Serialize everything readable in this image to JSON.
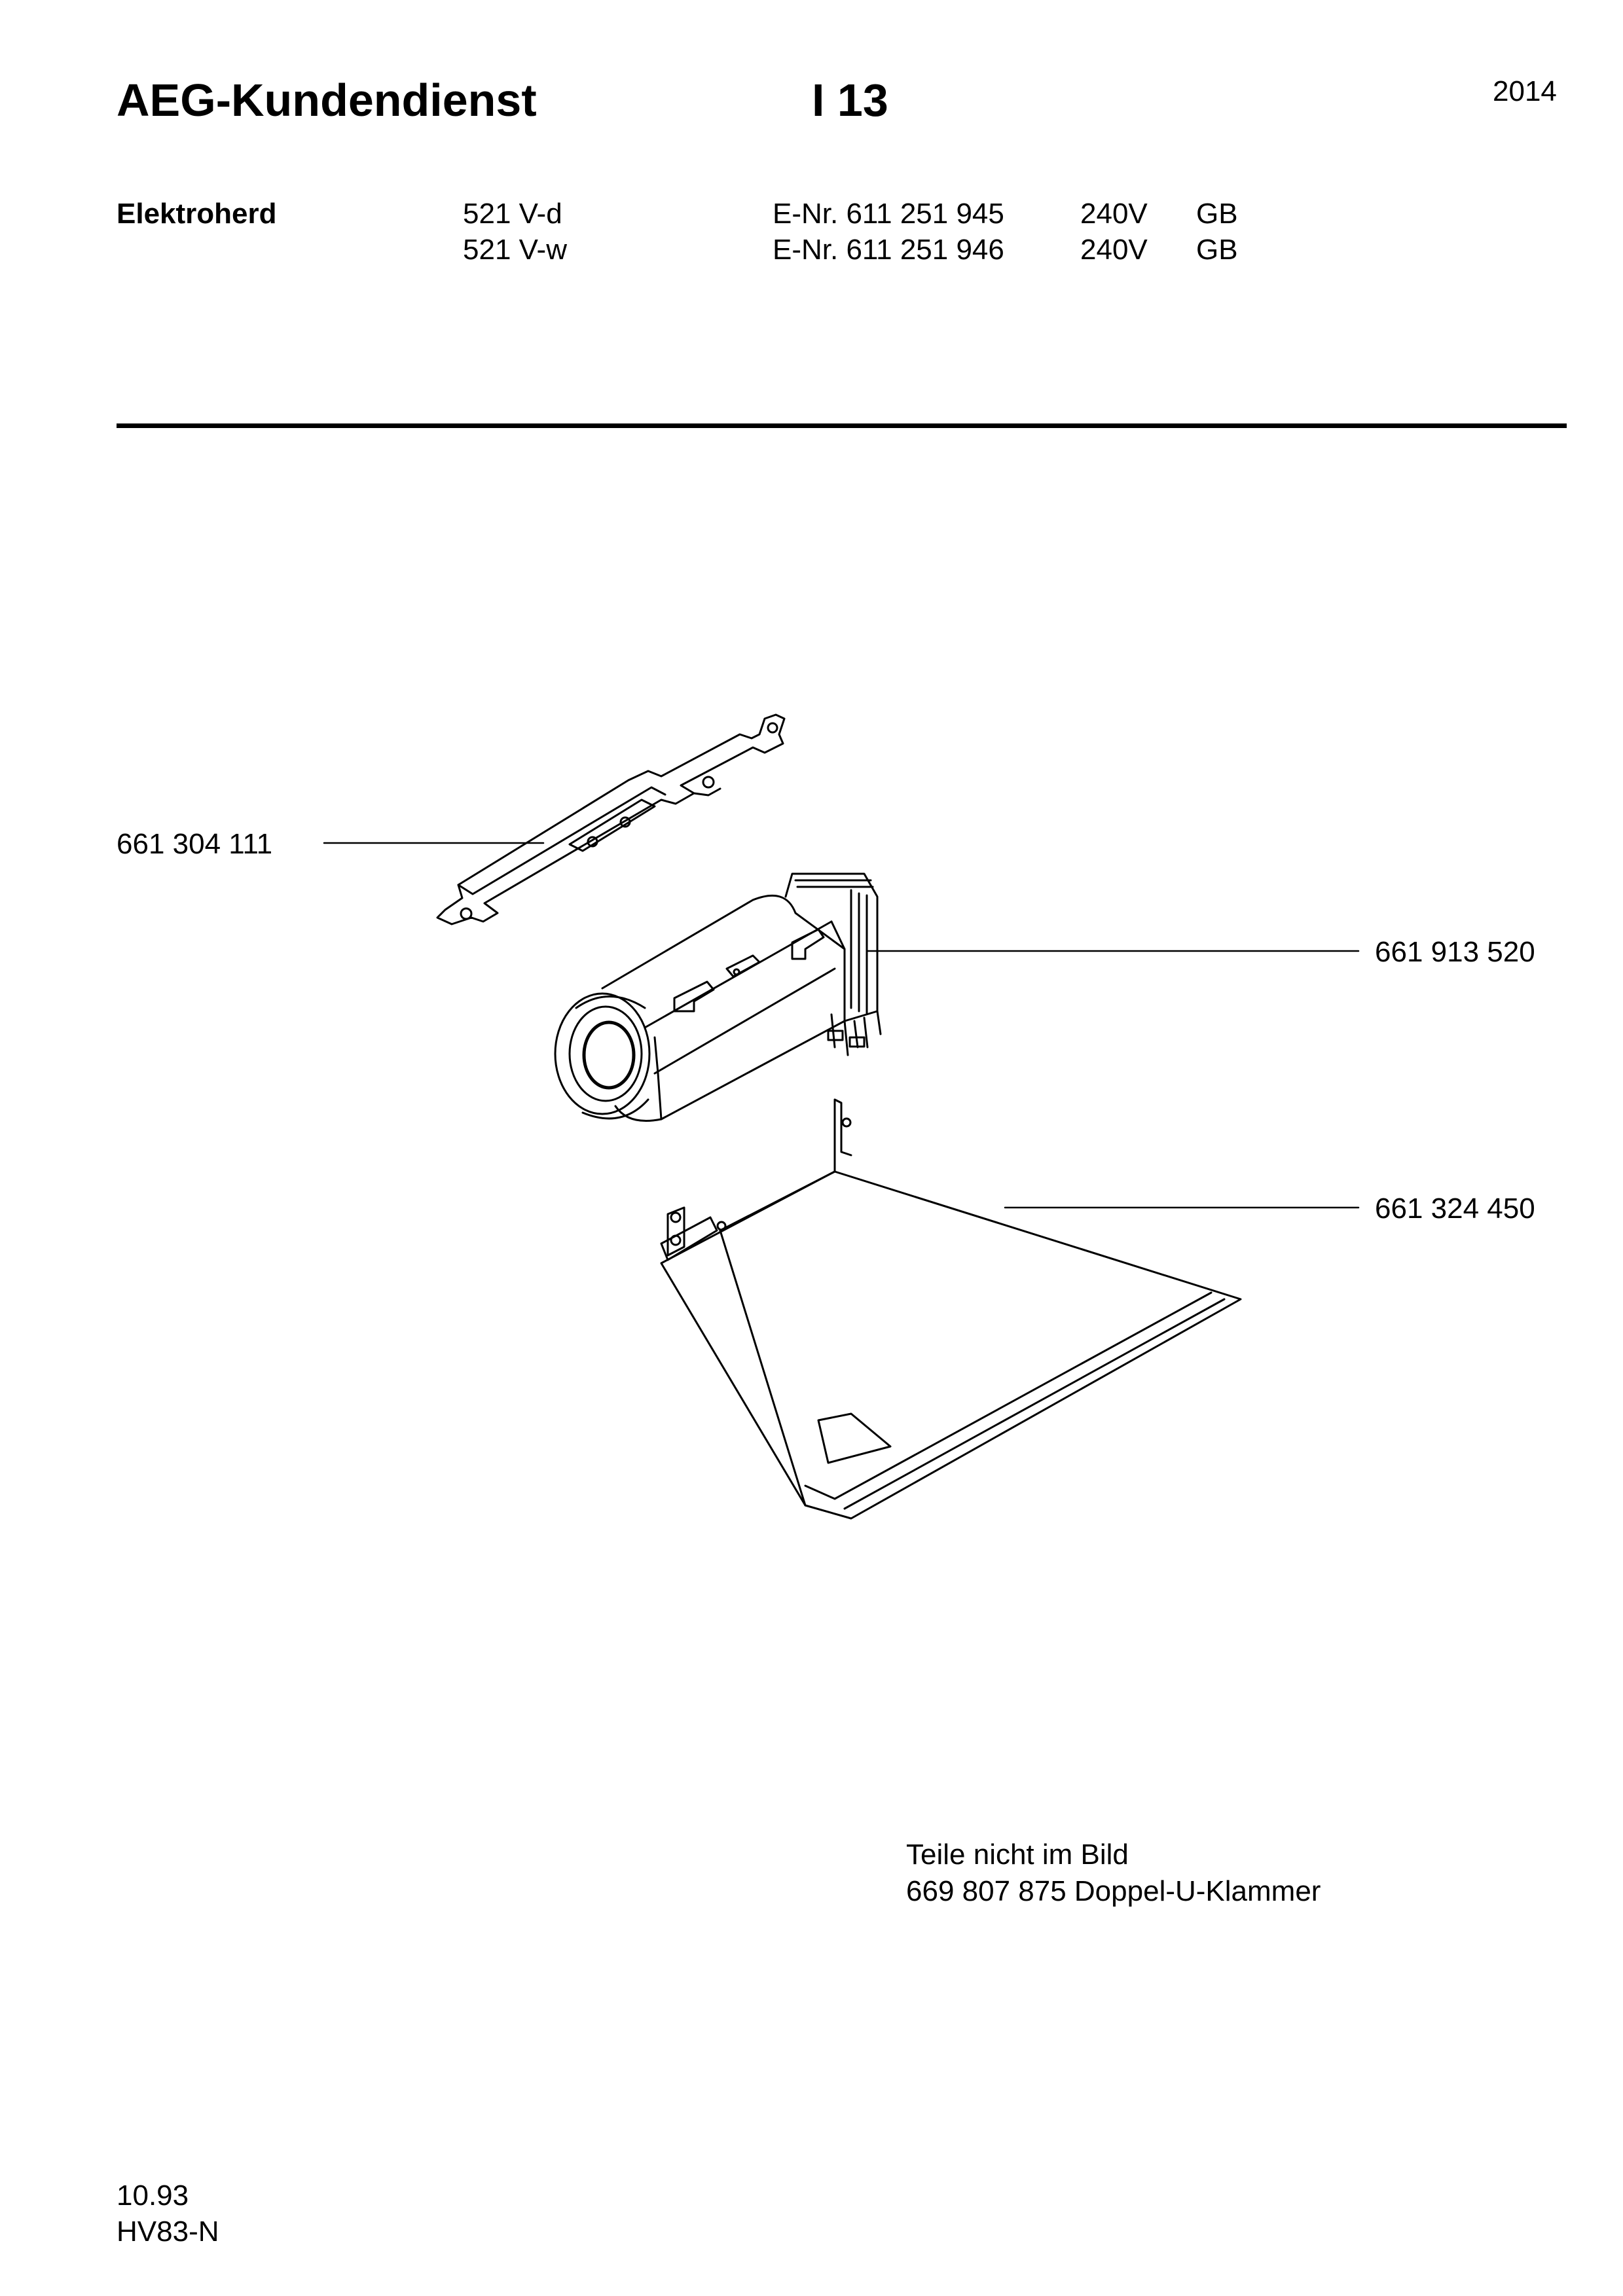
{
  "header": {
    "brand": "AEG-Kundendienst",
    "section": "I 13",
    "page_number": "2014"
  },
  "appliance": {
    "type": "Elektroherd",
    "models": [
      {
        "model": "521 V-d",
        "enr": "E-Nr. 611 251 945",
        "voltage": "240V",
        "country": "GB"
      },
      {
        "model": "521 V-w",
        "enr": "E-Nr. 611 251 946",
        "voltage": "240V",
        "country": "GB"
      }
    ]
  },
  "parts": {
    "bracket": "661 304 111",
    "fan_motor": "661 913 520",
    "hood_cover": "661 324 450"
  },
  "not_shown": {
    "heading": "Teile nicht im Bild",
    "item": "669 807 875 Doppel-U-Klammer"
  },
  "footer": {
    "date": "10.93",
    "code": "HV83-N"
  }
}
